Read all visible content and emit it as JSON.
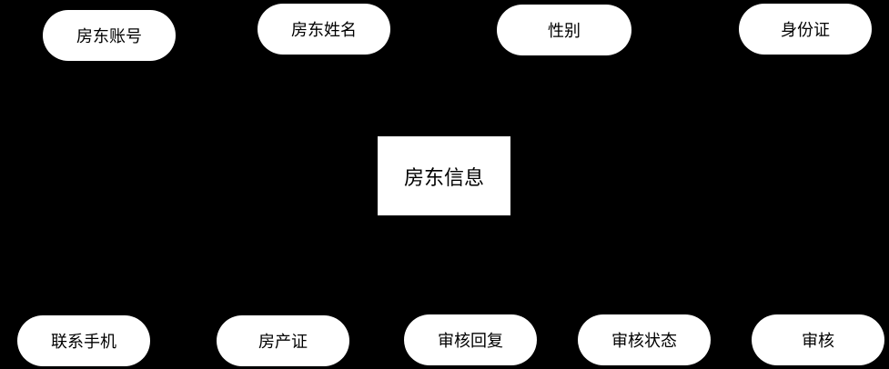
{
  "diagram": {
    "entity": {
      "label": "房东信息"
    },
    "top_attributes": [
      {
        "label": "房东账号"
      },
      {
        "label": "房东姓名"
      },
      {
        "label": "性别"
      },
      {
        "label": "身份证"
      }
    ],
    "bottom_attributes": [
      {
        "label": "联系手机"
      },
      {
        "label": "房产证"
      },
      {
        "label": "审核回复"
      },
      {
        "label": "审核状态"
      },
      {
        "label": "审核"
      }
    ]
  },
  "colors": {
    "background": "#000000",
    "shape_fill": "#ffffff",
    "text": "#000000"
  }
}
